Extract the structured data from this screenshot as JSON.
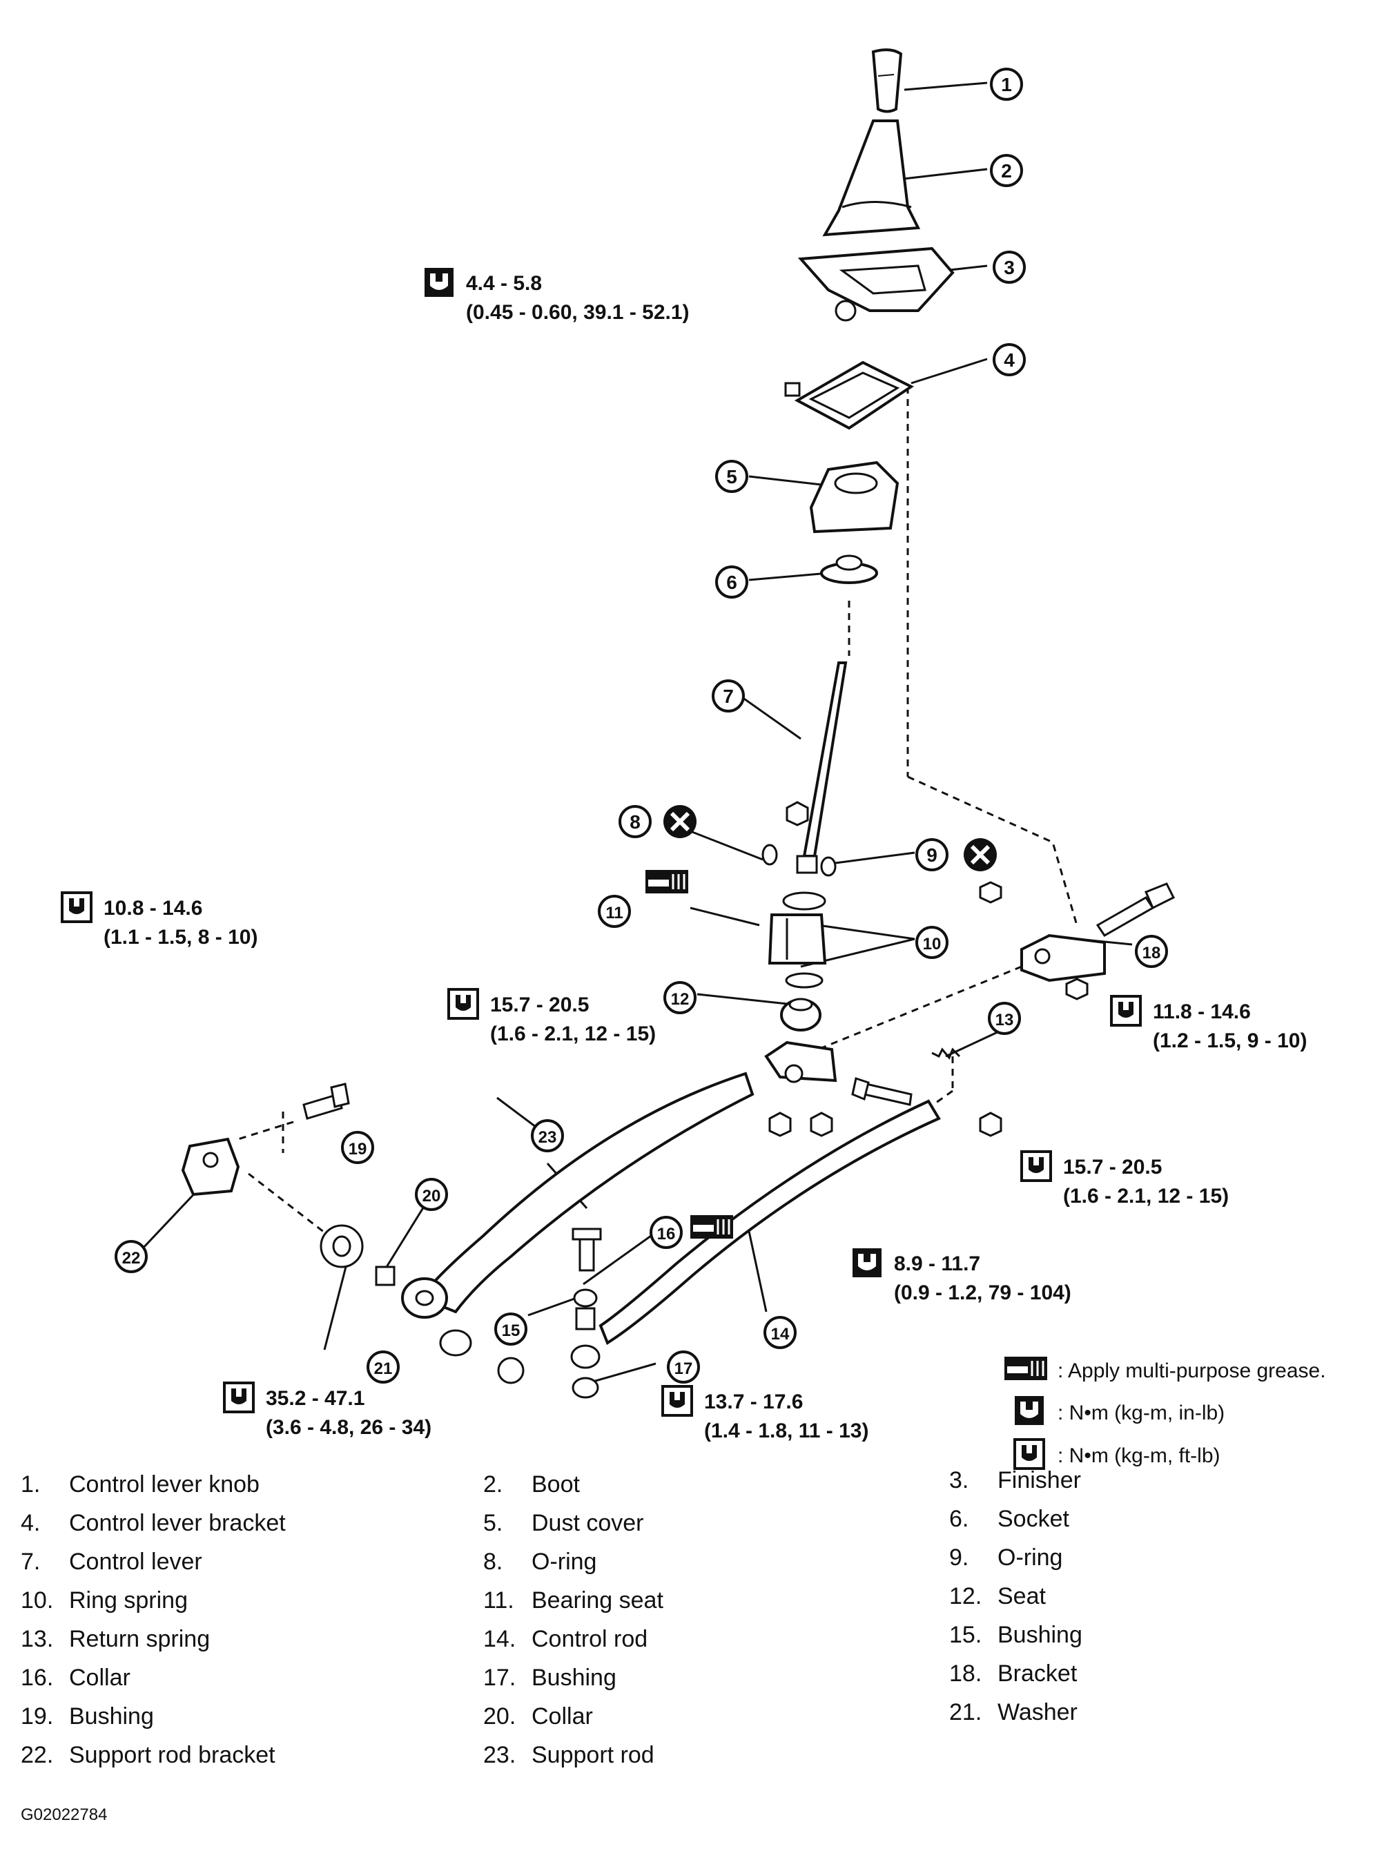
{
  "callouts": [
    "1",
    "2",
    "3",
    "4",
    "5",
    "6",
    "7",
    "8",
    "9",
    "10",
    "11",
    "12",
    "13",
    "14",
    "15",
    "16",
    "17",
    "18",
    "19",
    "20",
    "21",
    "22",
    "23"
  ],
  "torque_specs": [
    {
      "id": "knm-4",
      "type": "N·m (kg-m, in-lb)",
      "line1": "4.4 - 5.8",
      "line2": "(0.45 - 0.60, 39.1 - 52.1)"
    },
    {
      "id": "ft-10",
      "type": "N·m (kg-m, ft-lb)",
      "line1": "10.8 - 14.6",
      "line2": "(1.1 - 1.5, 8 - 10)"
    },
    {
      "id": "ft-15a",
      "type": "N·m (kg-m, ft-lb)",
      "line1": "15.7 - 20.5",
      "line2": "(1.6 - 2.1, 12 - 15)"
    },
    {
      "id": "ft-11",
      "type": "N·m (kg-m, ft-lb)",
      "line1": "11.8 - 14.6",
      "line2": "(1.2 - 1.5, 9 - 10)"
    },
    {
      "id": "ft-15b",
      "type": "N·m (kg-m, ft-lb)",
      "line1": "15.7 - 20.5",
      "line2": "(1.6 - 2.1, 12 - 15)"
    },
    {
      "id": "in-8",
      "type": "N·m (kg-m, in-lb)",
      "line1": "8.9 - 11.7",
      "line2": "(0.9 - 1.2, 79 - 104)"
    },
    {
      "id": "ft-35",
      "type": "N·m (kg-m, ft-lb)",
      "line1": "35.2 - 47.1",
      "line2": "(3.6 - 4.8, 26 - 34)"
    },
    {
      "id": "ft-13",
      "type": "N·m (kg-m, ft-lb)",
      "line1": "13.7 - 17.6",
      "line2": "(1.4 - 1.8, 11 - 13)"
    }
  ],
  "legend": {
    "grease": ": Apply multi-purpose grease.",
    "in_lb": ": N•m (kg-m, in-lb)",
    "ft_lb": ": N•m (kg-m, ft-lb)"
  },
  "parts": [
    {
      "num": "1.",
      "name": "Control lever knob"
    },
    {
      "num": "2.",
      "name": "Boot"
    },
    {
      "num": "3.",
      "name": "Finisher"
    },
    {
      "num": "4.",
      "name": "Control lever bracket"
    },
    {
      "num": "5.",
      "name": "Dust cover"
    },
    {
      "num": "6.",
      "name": "Socket"
    },
    {
      "num": "7.",
      "name": "Control lever"
    },
    {
      "num": "8.",
      "name": "O-ring"
    },
    {
      "num": "9.",
      "name": "O-ring"
    },
    {
      "num": "10.",
      "name": "Ring spring"
    },
    {
      "num": "11.",
      "name": "Bearing seat"
    },
    {
      "num": "12.",
      "name": "Seat"
    },
    {
      "num": "13.",
      "name": "Return spring"
    },
    {
      "num": "14.",
      "name": "Control rod"
    },
    {
      "num": "15.",
      "name": "Bushing"
    },
    {
      "num": "16.",
      "name": "Collar"
    },
    {
      "num": "17.",
      "name": "Bushing"
    },
    {
      "num": "18.",
      "name": "Bracket"
    },
    {
      "num": "19.",
      "name": "Bushing"
    },
    {
      "num": "20.",
      "name": "Collar"
    },
    {
      "num": "21.",
      "name": "Washer"
    },
    {
      "num": "22.",
      "name": "Support rod bracket"
    },
    {
      "num": "23.",
      "name": "Support rod"
    }
  ],
  "figure_code": "G02022784"
}
